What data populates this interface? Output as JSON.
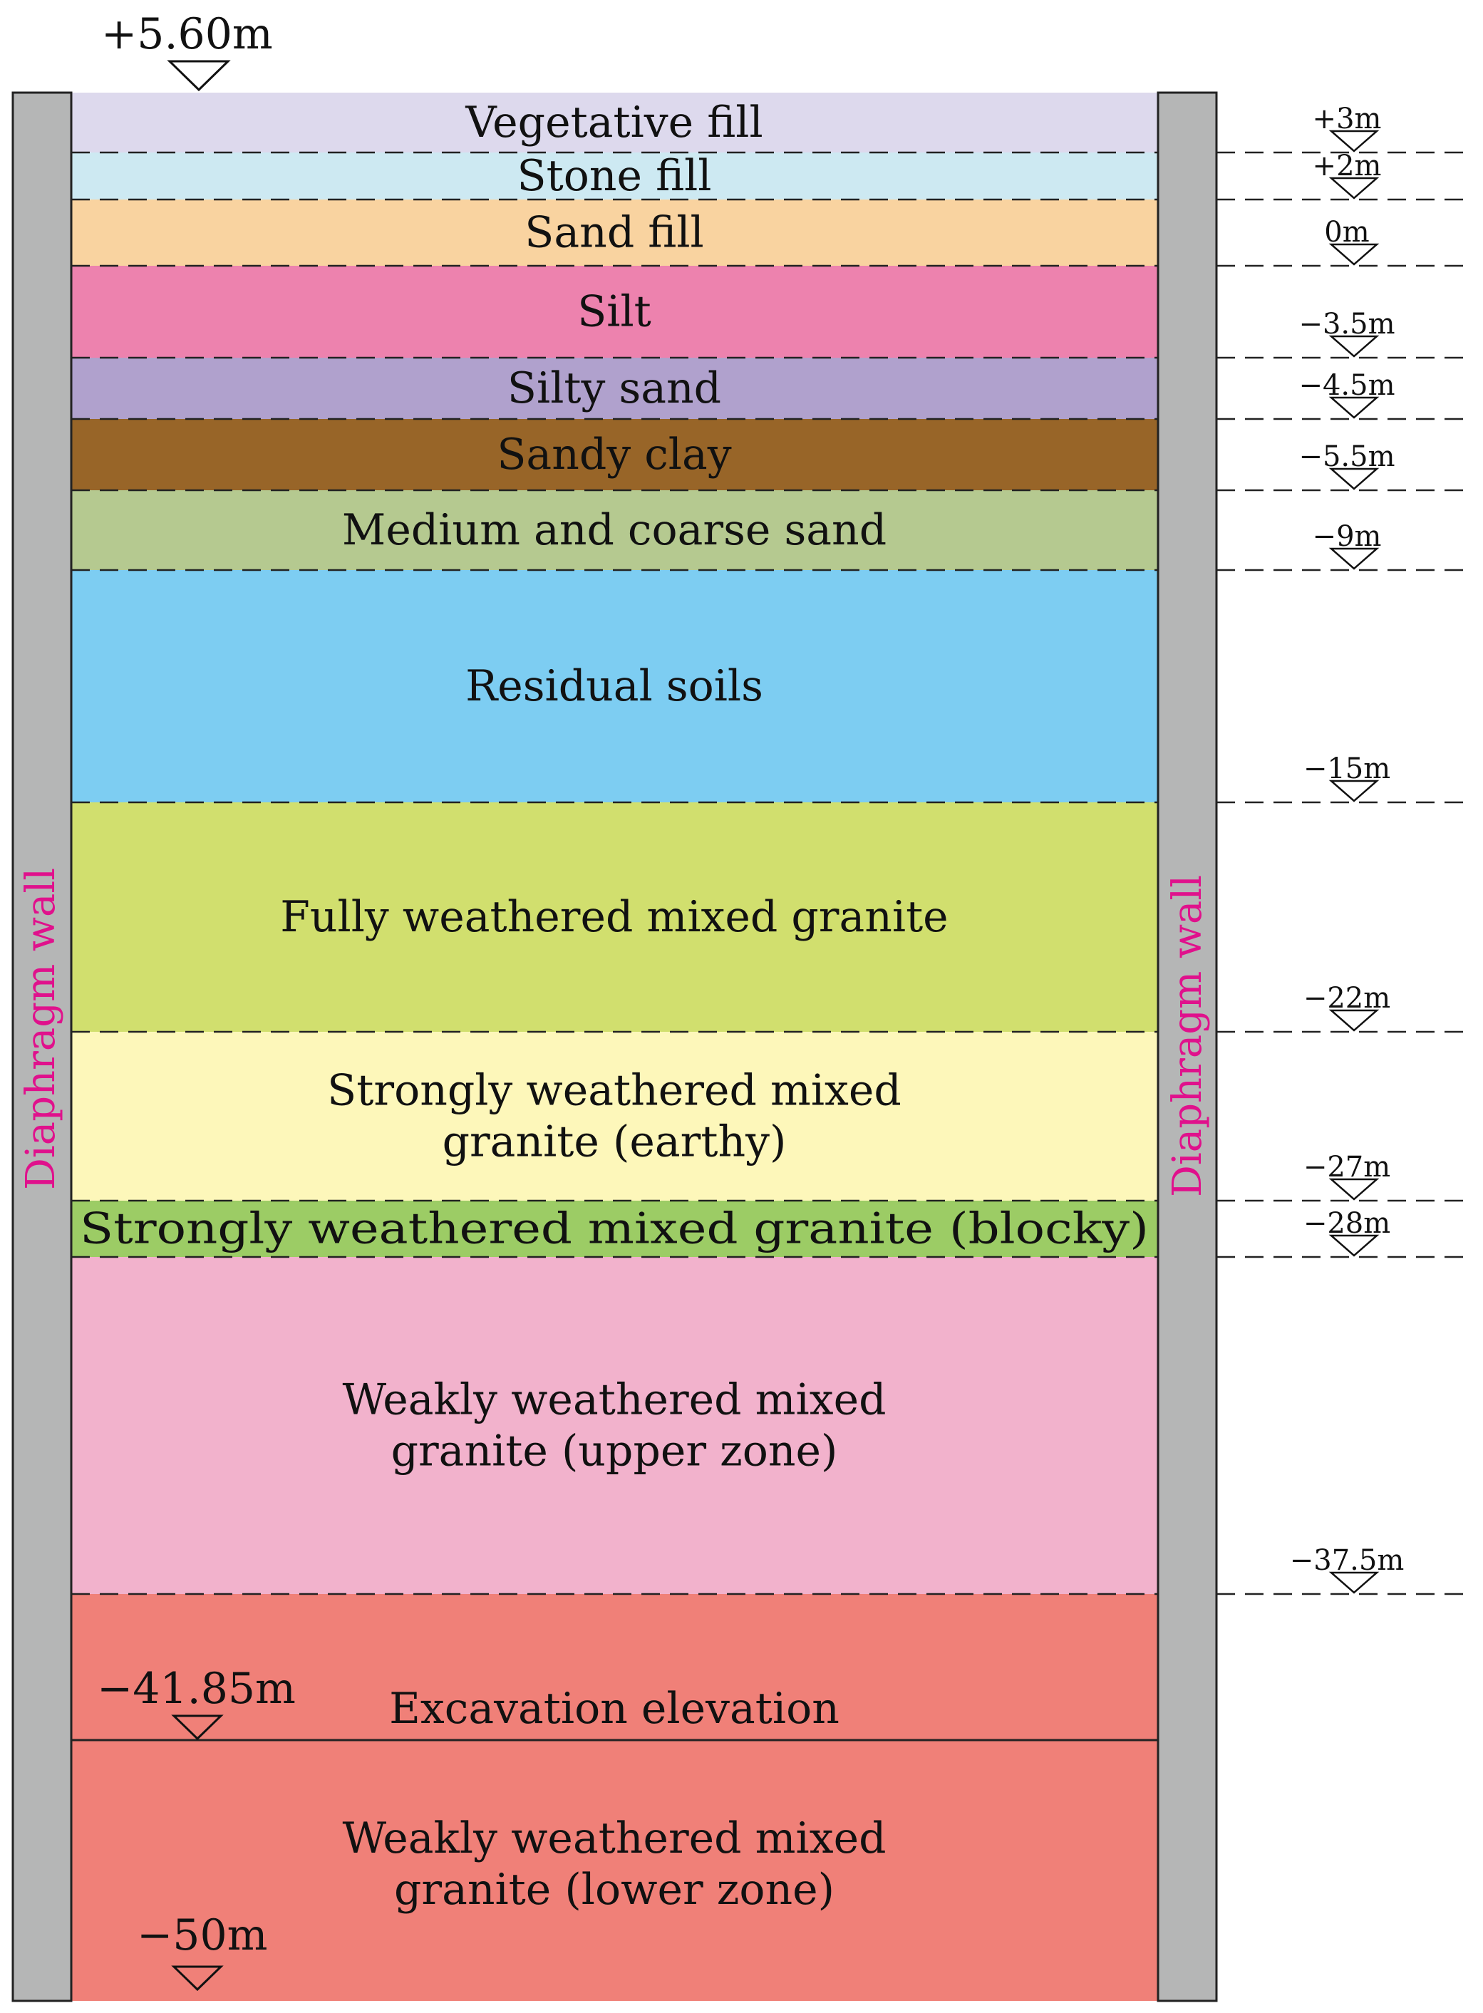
{
  "walls": {
    "left_label": "Diaphragm wall",
    "right_label": "Diaphragm wall",
    "color": "#b5b6b6"
  },
  "top_elevation": "+5.60m",
  "layers": [
    {
      "lines": [
        "Vegetative fill"
      ],
      "color": "#ddd9ed",
      "bottom_elevation": "+3m"
    },
    {
      "lines": [
        "Stone fill"
      ],
      "color": "#cde9f2",
      "bottom_elevation": "+2m"
    },
    {
      "lines": [
        "Sand fill"
      ],
      "color": "#f9d3a0",
      "bottom_elevation": "0m"
    },
    {
      "lines": [
        "Silt"
      ],
      "color": "#ed82ae",
      "bottom_elevation": "−3.5m"
    },
    {
      "lines": [
        "Silty sand"
      ],
      "color": "#b0a1cd",
      "bottom_elevation": "−4.5m"
    },
    {
      "lines": [
        "Sandy clay"
      ],
      "color": "#986528",
      "bottom_elevation": "−5.5m"
    },
    {
      "lines": [
        "Medium and coarse sand"
      ],
      "color": "#b5c990",
      "bottom_elevation": "−9m"
    },
    {
      "lines": [
        "Residual soils"
      ],
      "color": "#7dcdf2",
      "bottom_elevation": "−15m"
    },
    {
      "lines": [
        "Fully weathered mixed granite"
      ],
      "color": "#d1df6e",
      "bottom_elevation": "−22m"
    },
    {
      "lines": [
        "Strongly weathered mixed",
        "granite (earthy)"
      ],
      "color": "#fdf7ba",
      "bottom_elevation": "−27m"
    },
    {
      "lines": [
        "Strongly weathered mixed granite (blocky)"
      ],
      "color": "#9ccc65",
      "bottom_elevation": "−28m"
    },
    {
      "lines": [
        "Weakly weathered mixed",
        "granite (upper zone)"
      ],
      "color": "#f2b2cc",
      "bottom_elevation": "−37.5m"
    },
    {
      "lines": [
        "Excavation elevation"
      ],
      "color": "#f08078",
      "bottom_elevation": ""
    },
    {
      "lines": [
        "Weakly weathered mixed",
        "granite (lower zone)"
      ],
      "color": "#f08078",
      "bottom_elevation": ""
    }
  ],
  "excavation_elevation": "−41.85m",
  "bottom_elevation": "−50m"
}
